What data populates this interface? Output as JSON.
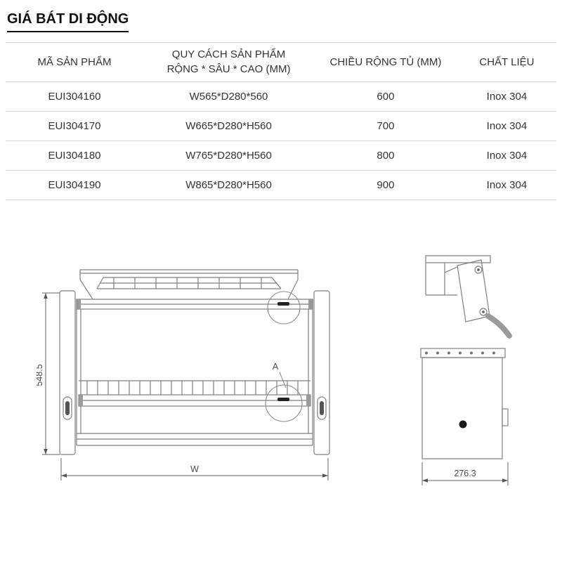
{
  "page": {
    "title": "GIÁ BÁT DI ĐỘNG"
  },
  "table": {
    "headers": {
      "col1": "MÃ SẢN PHẨM",
      "col2_line1": "QUY CÁCH SẢN PHẨM",
      "col2_line2": "RỘNG * SÂU * CAO (MM)",
      "col3": "CHIỀU RỘNG TỦ (MM)",
      "col4": "CHẤT LIỆU"
    },
    "rows": [
      {
        "code": "EUI304160",
        "spec": "W565*D280*560",
        "width": "600",
        "material": "Inox 304"
      },
      {
        "code": "EUI304170",
        "spec": "W665*D280*H560",
        "width": "700",
        "material": "Inox 304"
      },
      {
        "code": "EUI304180",
        "spec": "W765*D280*H560",
        "width": "800",
        "material": "Inox 304"
      },
      {
        "code": "EUI304190",
        "spec": "W865*D280*H560",
        "width": "900",
        "material": "Inox 304"
      }
    ]
  },
  "drawing": {
    "front": {
      "height_label": "548.5",
      "width_label": "W",
      "detail_label": "A"
    },
    "side": {
      "depth_label": "276.3"
    }
  },
  "colors": {
    "text": "#333333",
    "table_line": "#d9d9d9",
    "drawing_line": "#7f7f7f",
    "accent_dark": "#222222"
  }
}
